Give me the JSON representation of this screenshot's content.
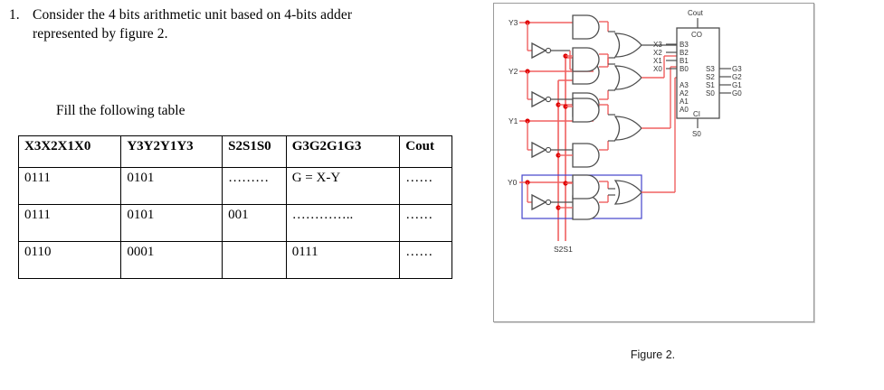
{
  "question": {
    "number": "1.",
    "line1": "Consider the 4 bits arithmetic unit  based on 4-bits adder",
    "line2": "represented by figure 2.",
    "fill_instruction": "Fill the following table"
  },
  "table": {
    "headers": [
      "X3X2X1X0",
      "Y3Y2Y1Y3",
      "S2S1S0",
      "G3G2G1G3",
      "Cout"
    ],
    "rows": [
      [
        "0111",
        "0101",
        "………",
        "G = X-Y",
        "……"
      ],
      [
        "0111",
        "0101",
        "001",
        "…………..",
        "……"
      ],
      [
        "0110",
        "0001",
        "",
        "0111",
        "……"
      ]
    ]
  },
  "figure": {
    "caption": "Figure 2.",
    "input_labels": [
      "Y3",
      "Y2",
      "Y1",
      "Y0"
    ],
    "select_label": "S2S1",
    "adder": {
      "top_pin_label": "Cout",
      "top_pin_name": "CO",
      "bottom_pin_name": "CI",
      "bottom_pin_label": "S0",
      "b_inputs": [
        "B3",
        "B2",
        "B1",
        "B0"
      ],
      "b_sources": [
        "X3",
        "X2",
        "X1",
        "X0"
      ],
      "a_inputs": [
        "A3",
        "A2",
        "A1",
        "A0"
      ],
      "s_outputs": [
        "S3",
        "S2",
        "S1",
        "S0"
      ],
      "g_outputs": [
        "G3",
        "G2",
        "G1",
        "G0"
      ]
    },
    "colors": {
      "wire_red": "#f06060",
      "wire_dark": "#4d4d4d",
      "junction": "#e00000",
      "selection_box": "#4444cc",
      "frame": "#9a9a9a"
    },
    "gate_stages": 4,
    "gates_per_stage": [
      "AND",
      "AND",
      "OR",
      "NOT"
    ]
  }
}
